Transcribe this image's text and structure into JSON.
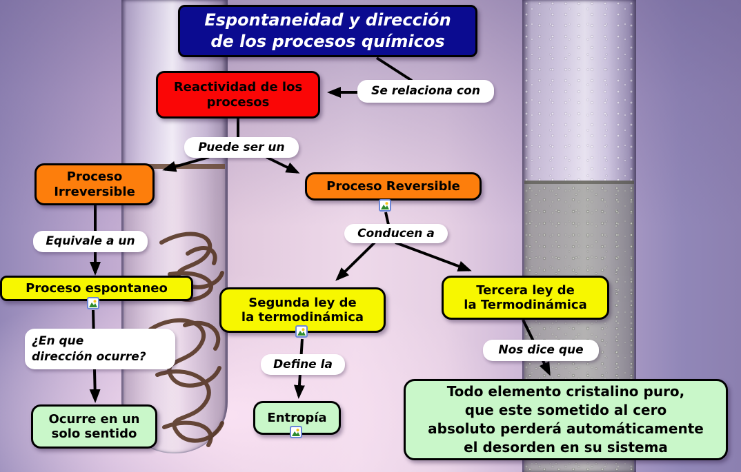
{
  "diagram": {
    "title": {
      "label": "Espontaneidad y dirección\nde los procesos químicos",
      "bg": "#0b0b90",
      "text_color": "#ffffff"
    },
    "nodes": {
      "reactividad": {
        "label": "Reactividad de los\nprocesos",
        "bg": "#fa0606"
      },
      "irreversible": {
        "label": "Proceso\nIrreversible",
        "bg": "#fd7e0c"
      },
      "reversible": {
        "label": "Proceso Reversible",
        "bg": "#fd7e0c",
        "icon": "image-resource"
      },
      "espontaneo": {
        "label": "Proceso espontaneo",
        "bg": "#f7f700",
        "icon": "image-resource"
      },
      "segunda_ley": {
        "label": "Segunda ley de\nla termodinámica",
        "bg": "#f7f700",
        "icon": "image-resource"
      },
      "tercera_ley": {
        "label": "Tercera ley de\nla Termodinámica",
        "bg": "#f7f700"
      },
      "solo_sentido": {
        "label": "Ocurre en un\nsolo sentido",
        "bg": "#c9f7c9"
      },
      "entropia": {
        "label": "Entropía",
        "bg": "#c9f7c9",
        "icon": "image-resource"
      },
      "cristalino": {
        "label": "Todo elemento cristalino puro,\nque este sometido al cero\nabsoluto perderá automáticamente\nel desorden en su sistema",
        "bg": "#c9f7c9"
      }
    },
    "links": {
      "se_relaciona": {
        "label": "Se relaciona con"
      },
      "puede_ser": {
        "label": "Puede ser un"
      },
      "equivale": {
        "label": "Equivale a un"
      },
      "conducen": {
        "label": "Conducen a"
      },
      "direccion": {
        "label": "¿En que\ndirección ocurre?"
      },
      "define": {
        "label": "Define la"
      },
      "nos_dice": {
        "label": "Nos dice que"
      }
    }
  }
}
